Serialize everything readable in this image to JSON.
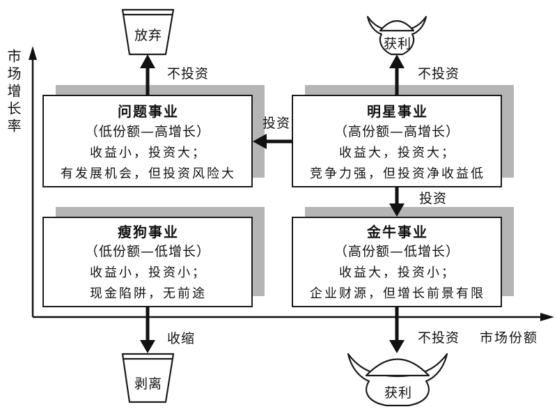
{
  "axes": {
    "y_label": "市场增长率",
    "x_label": "市场份额"
  },
  "quadrants": {
    "question": {
      "title": "问题事业",
      "subtitle": "（低份额—高增长）",
      "line1": "收益小，投资大；",
      "line2": "有发展机会，但投资风险大"
    },
    "star": {
      "title": "明星事业",
      "subtitle": "（高份额—高增长）",
      "line1": "收益大，投资大；",
      "line2": "竞争力强，但投资净收益低"
    },
    "dog": {
      "title": "瘦狗事业",
      "subtitle": "（低份额—低增长）",
      "line1": "收益小，投资小；",
      "line2": "现金陷阱，无前途"
    },
    "cow": {
      "title": "金牛事业",
      "subtitle": "（高份额—低增长）",
      "line1": "收益大，投资小；",
      "line2": "企业财源，但增长前景有限"
    }
  },
  "flows": {
    "question_up": "不投资",
    "star_up": "不投资",
    "star_to_question": "投资",
    "star_to_cow": "投资",
    "dog_down": "收缩",
    "cow_down": "不投资"
  },
  "outcomes": {
    "abandon": "放弃",
    "profit_top": "获利",
    "divest": "剥离",
    "profit_bottom": "获利"
  },
  "colors": {
    "shadow": "#b5b5b5",
    "stroke": "#1a1a1a",
    "background": "#ffffff"
  }
}
